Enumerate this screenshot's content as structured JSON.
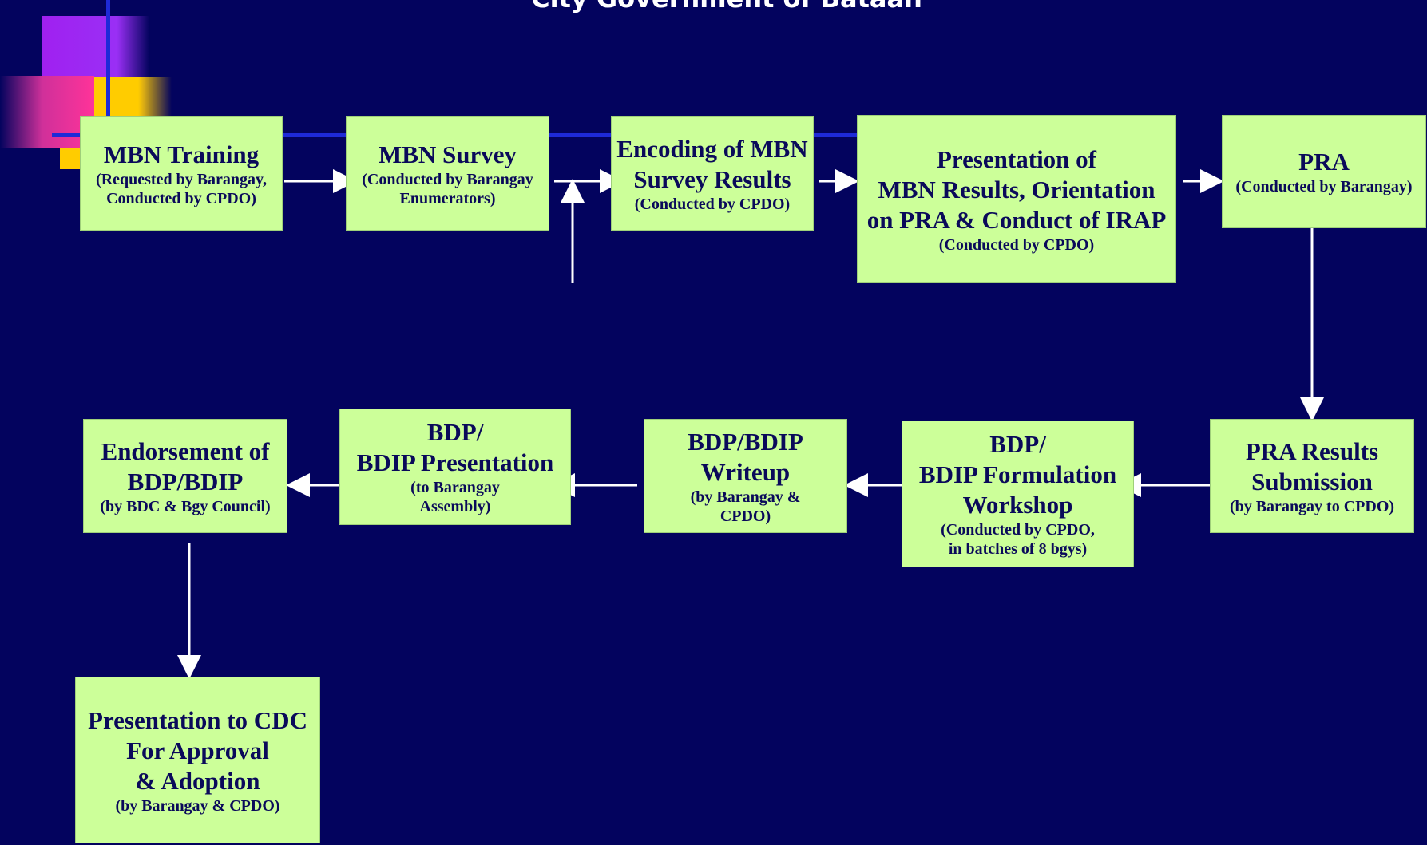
{
  "title": "City Government of Bataan",
  "steps": {
    "mbn_training": {
      "title": "MBN Training",
      "sub": "(Requested by Barangay,\nConducted by CPDO)"
    },
    "mbn_survey": {
      "title": "MBN Survey",
      "sub": "(Conducted by Barangay\nEnumerators)"
    },
    "encoding": {
      "title": "Encoding of MBN\nSurvey Results",
      "sub": "(Conducted by CPDO)"
    },
    "presentation_mbn": {
      "title": "Presentation of\nMBN Results, Orientation\non PRA & Conduct of IRAP",
      "sub": "(Conducted by CPDO)"
    },
    "pra": {
      "title": "PRA",
      "sub": "(Conducted by Barangay)"
    },
    "pra_results": {
      "title": "PRA Results\nSubmission",
      "sub": "(by Barangay to CPDO)"
    },
    "bdp_formulation": {
      "title": "BDP/\nBDIP Formulation\nWorkshop",
      "sub": "(Conducted by CPDO,\nin batches of 8 bgys)"
    },
    "bdp_writeup": {
      "title": "BDP/BDIP\nWriteup",
      "sub": "(by Barangay &\nCPDO)"
    },
    "bdp_presentation": {
      "title": "BDP/\nBDIP Presentation",
      "sub": "(to Barangay\nAssembly)"
    },
    "endorsement": {
      "title": "Endorsement of\nBDP/BDIP",
      "sub": "(by BDC & Bgy Council)"
    },
    "cdc": {
      "title": "Presentation to CDC\nFor Approval\n& Adoption",
      "sub": "(by Barangay & CPDO)"
    }
  },
  "colors": {
    "background": "#03035e",
    "box": "#ccff99",
    "text": "#0a0a5a",
    "arrow": "#ffffff"
  }
}
